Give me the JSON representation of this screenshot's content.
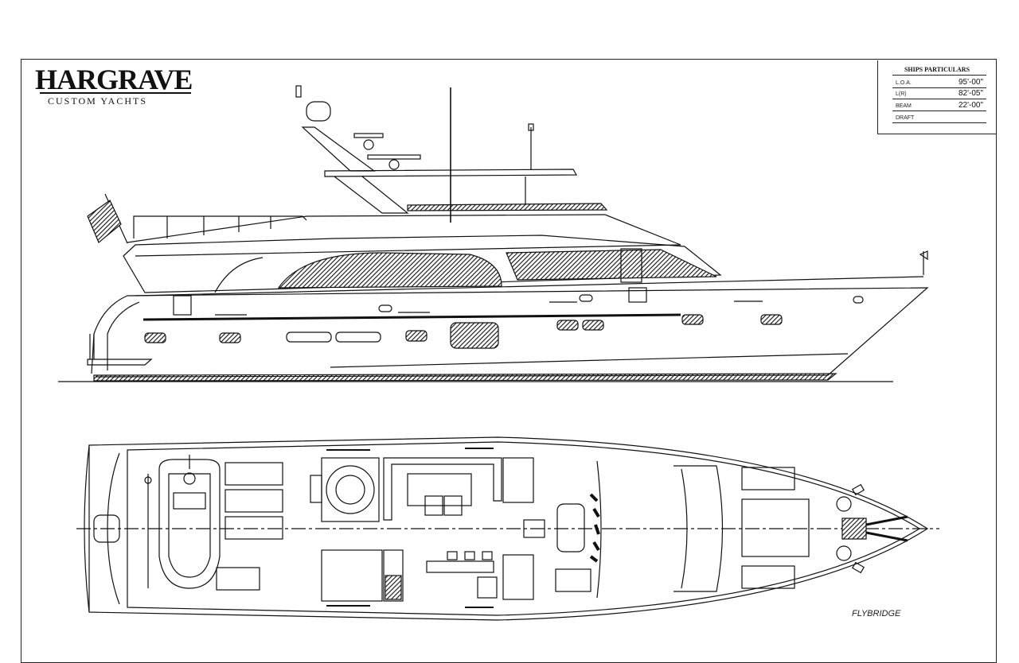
{
  "brand": {
    "name": "HARGRAVE",
    "tagline": "CUSTOM YACHTS"
  },
  "particulars": {
    "title": "SHIPS PARTICULARS",
    "rows": [
      {
        "label": "L.O.A.",
        "value": "95'-00\""
      },
      {
        "label": "L(R)",
        "value": "82'-05\""
      },
      {
        "label": "BEAM",
        "value": "22'-00\""
      },
      {
        "label": "DRAFT",
        "value": ""
      }
    ]
  },
  "plan": {
    "label": "FLYBRIDGE"
  },
  "colors": {
    "ink": "#111111",
    "paper": "#ffffff"
  }
}
